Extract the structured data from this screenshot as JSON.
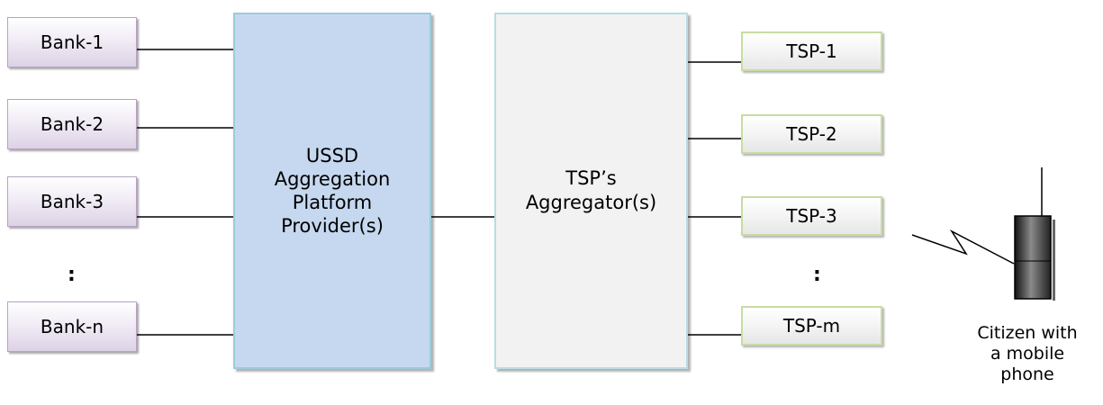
{
  "banks": [
    "Bank-1",
    "Bank-2",
    "Bank-3",
    "Bank-n"
  ],
  "bank_ellipsis": ":",
  "ussd_platform": "USSD\nAggregation\nPlatform\nProvider(s)",
  "tsp_aggregator": "TSP’s\nAggregator(s)",
  "tsps": [
    "TSP-1",
    "TSP-2",
    "TSP-3",
    "TSP-m"
  ],
  "tsp_ellipsis": ":",
  "citizen_label": "Citizen with\na mobile\nphone",
  "colors": {
    "bank_border": "#b5a3c4",
    "ussd_fill": "#c6d8ef",
    "aggregator_fill": "#f2f2f2",
    "tsp_border": "#c8dca3"
  }
}
